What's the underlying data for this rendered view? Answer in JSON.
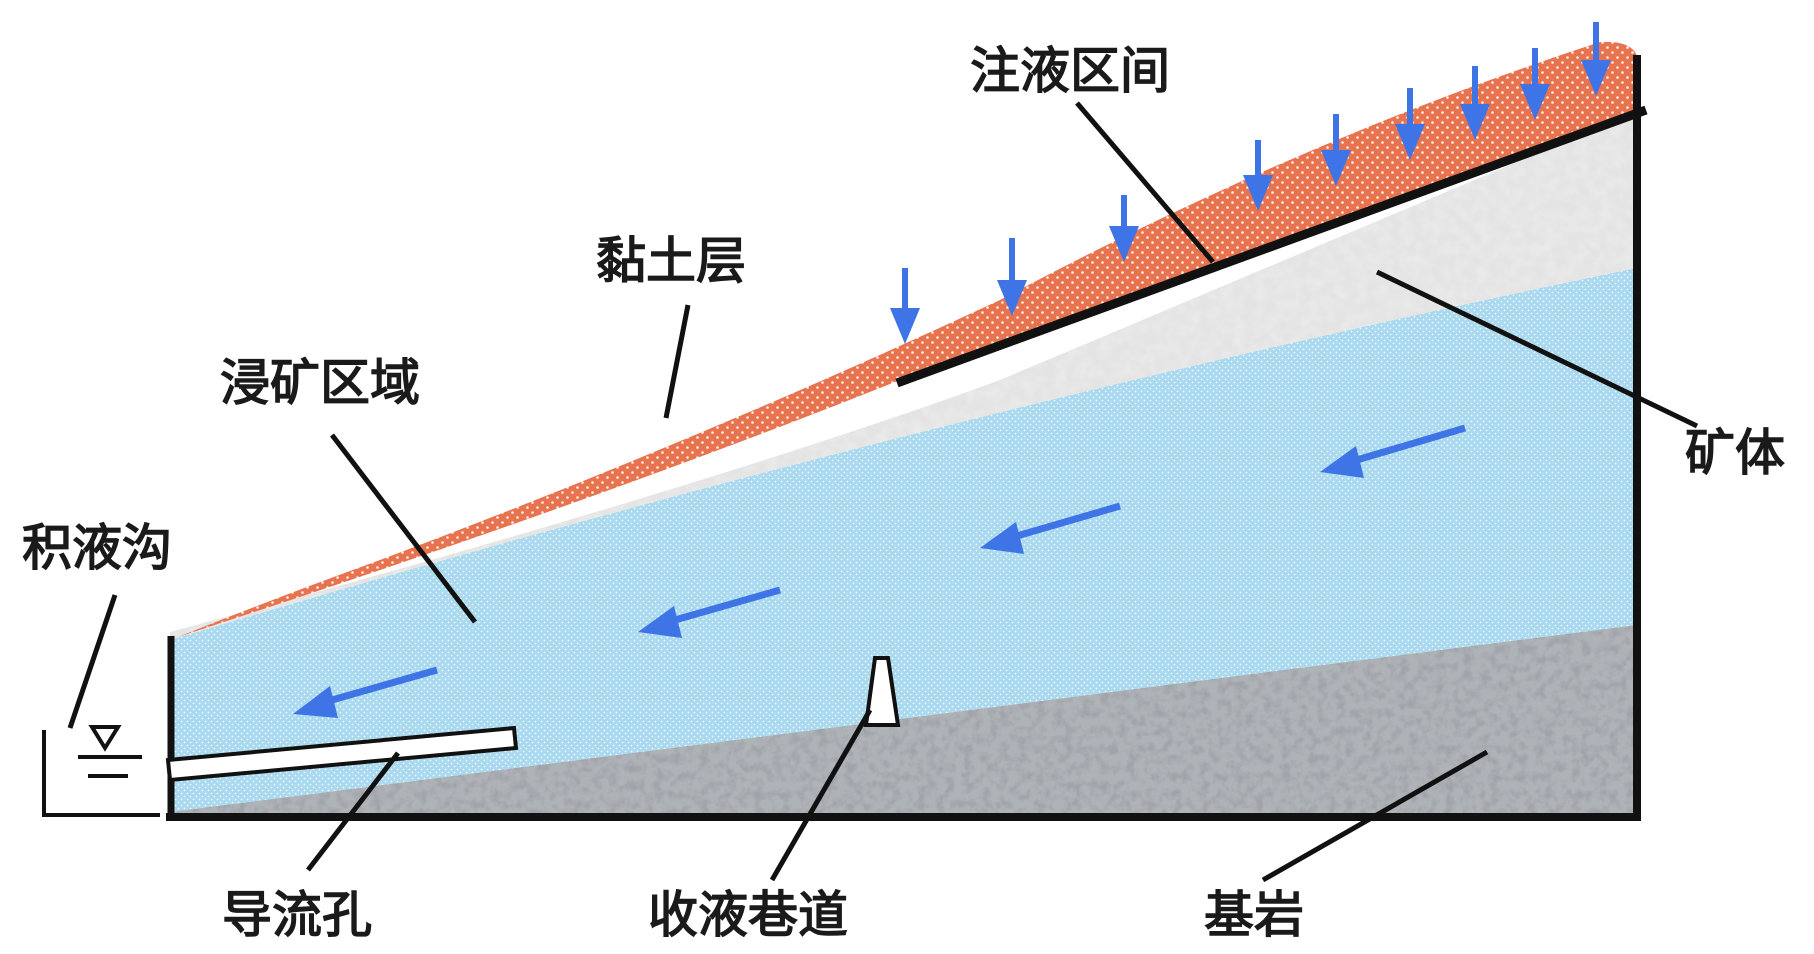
{
  "labels": {
    "injection_zone": "注液区间",
    "clay_layer": "黏土层",
    "leaching_zone": "浸矿区域",
    "ore_body": "矿体",
    "collection_ditch": "积液沟",
    "diversion_hole": "导流孔",
    "collection_tunnel": "收液巷道",
    "bedrock": "基岩"
  },
  "colors": {
    "clay": "#e8734f",
    "ore": "#dcdcdc",
    "leach": "#a7d8ee",
    "bedrock": "#8f959c",
    "arrow": "#3f74e6",
    "line": "#111111"
  }
}
